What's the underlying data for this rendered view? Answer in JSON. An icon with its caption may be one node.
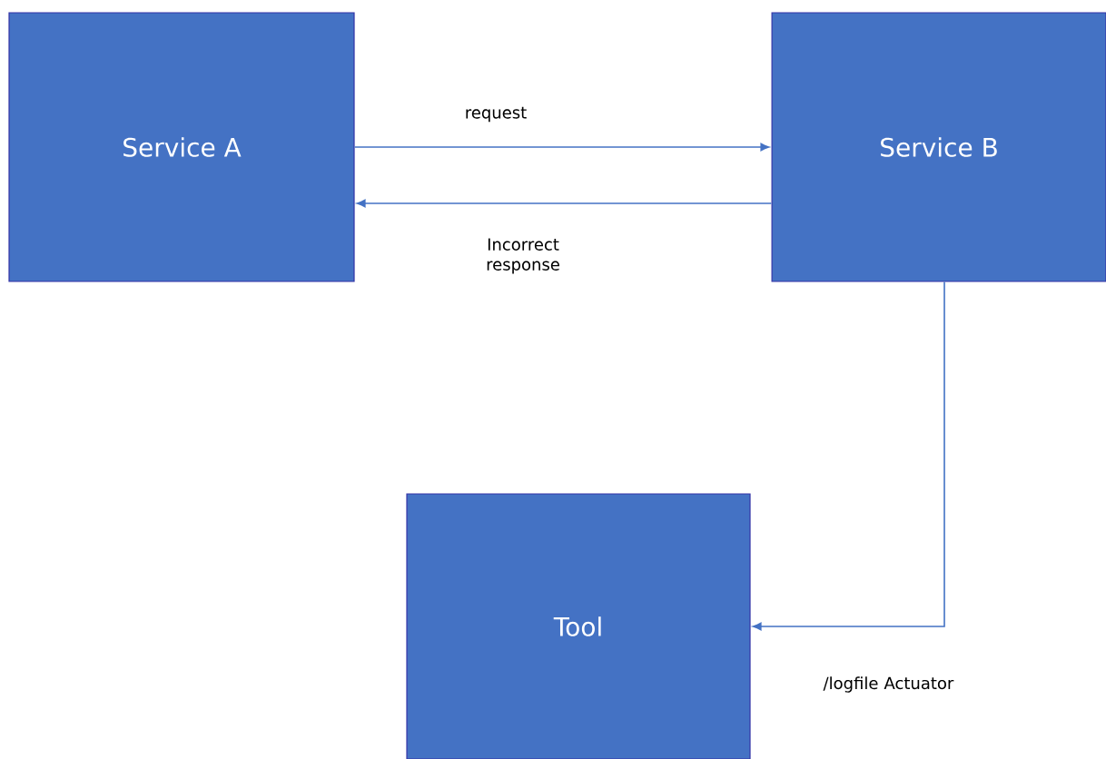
{
  "diagram": {
    "nodes": [
      {
        "text": [
          "Service A"
        ]
      },
      {
        "text": [
          "Service B"
        ]
      },
      {
        "text": [
          "Tool"
        ]
      }
    ],
    "edges": [
      {
        "from": 0,
        "to": 1,
        "arrow": "to",
        "label": "request"
      },
      {
        "from": 1,
        "to": 0,
        "arrow": "to",
        "label": "Incorrect response"
      },
      {
        "from": 1,
        "to": 2,
        "arrow": "to",
        "label": "/logfile Actuator"
      }
    ]
  }
}
